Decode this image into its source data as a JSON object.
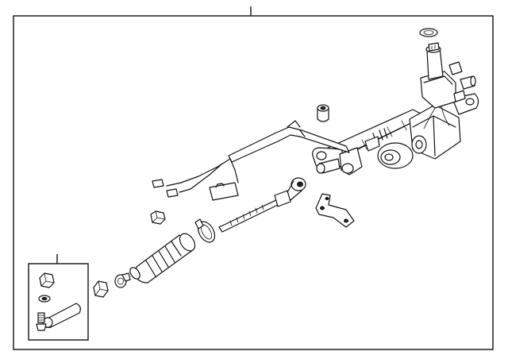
{
  "diagram": {
    "callouts": [
      {
        "name": "main-assembly-callout",
        "label": ""
      },
      {
        "name": "tie-rod-end-kit-callout",
        "label": ""
      }
    ],
    "parts": [
      "steering-gear-assembly",
      "valve-body-housing",
      "wiring-harness",
      "inner-tie-rod",
      "boot-clamp",
      "bellows-boot",
      "jam-nut",
      "small-clamp",
      "outer-tie-rod-end",
      "castle-nut",
      "mounting-bracket",
      "mount-bushing",
      "cap-nut",
      "reservoir-cap-seal",
      "tie-rod-end-kit-inset"
    ]
  }
}
